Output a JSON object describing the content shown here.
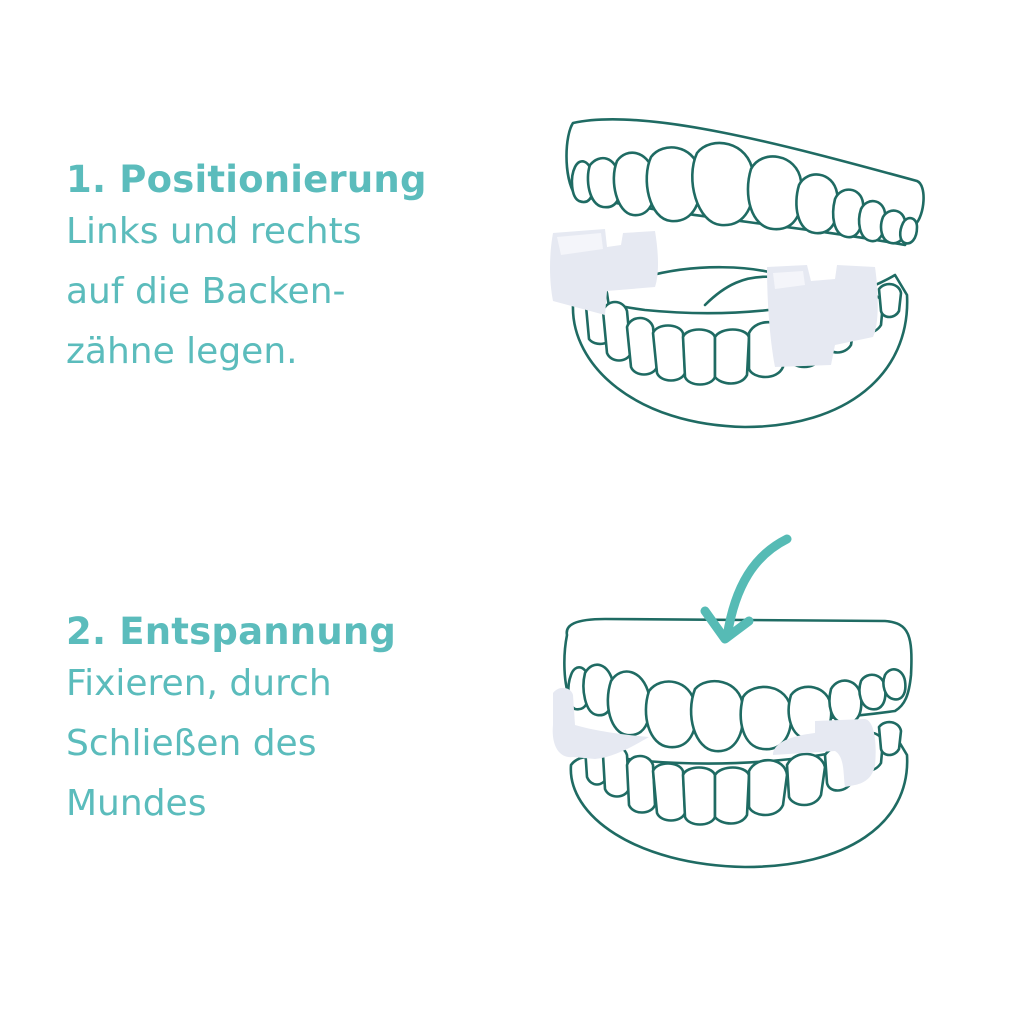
{
  "steps": [
    {
      "title": "1. Positionierung",
      "lines": [
        "Links und rechts",
        "auf die Backen-",
        "zähne legen."
      ],
      "illustration": "open-mouth-teeth-with-bite-pads-icon"
    },
    {
      "title": "2. Entspannung",
      "lines": [
        "Fixieren, durch",
        "Schließen des",
        "Mundes"
      ],
      "illustration": "closed-mouth-teeth-with-down-arrow-icon"
    }
  ],
  "colors": {
    "text_accent": "#5bbcbc",
    "outline": "#1f6b63",
    "arrow": "#56bbb5",
    "pad": "#e6e9f2",
    "background": "#ffffff"
  }
}
